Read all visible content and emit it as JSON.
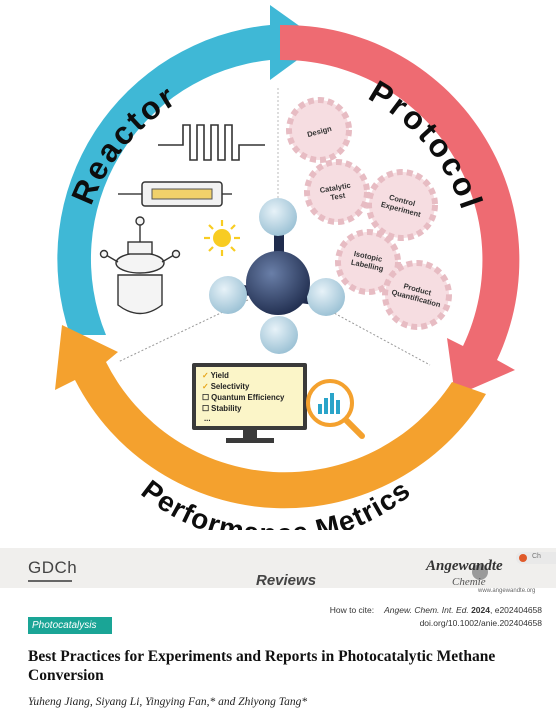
{
  "figure": {
    "arc_labels": {
      "reactor": "Reactor",
      "protocol": "Protocol",
      "metrics": "Performance Metrics"
    },
    "gears": [
      {
        "label": [
          "Design"
        ]
      },
      {
        "label": [
          "Catalytic",
          "Test"
        ]
      },
      {
        "label": [
          "Control",
          "Experiment"
        ]
      },
      {
        "label": [
          "Isotopic",
          "Labelling"
        ]
      },
      {
        "label": [
          "Product",
          "Quantification"
        ]
      }
    ],
    "checklist": [
      {
        "mark": "✓",
        "text": "Yield"
      },
      {
        "mark": "✓",
        "text": "Selectivity"
      },
      {
        "mark": "☐",
        "text": "Quantum Efficiency"
      },
      {
        "mark": "☐",
        "text": "Stability"
      },
      {
        "mark": "",
        "text": "..."
      }
    ],
    "colors": {
      "reactor": "#3fb8d6",
      "protocol": "#ee6b72",
      "metrics": "#f4a12e",
      "gear": "#f6dde1",
      "molecule": "#2c3e66"
    }
  },
  "header": {
    "society": "GDCh",
    "section": "Reviews",
    "journal": "Angewandte",
    "journal_sub": "Chemie",
    "journal_url": "www.angewandte.org",
    "badge": "Ch"
  },
  "citation": {
    "label": "How to cite:",
    "journal": "Angew. Chem. Int. Ed.",
    "year": "2024",
    "article": ", e202404658",
    "doi": "doi.org/10.1002/anie.202404658"
  },
  "category": "Photocatalysis",
  "article": {
    "title": "Best Practices for Experiments and Reports in Photocatalytic Methane Conversion",
    "authors": "Yuheng Jiang, Siyang Li, Yingying Fan,* and Zhiyong Tang*"
  }
}
